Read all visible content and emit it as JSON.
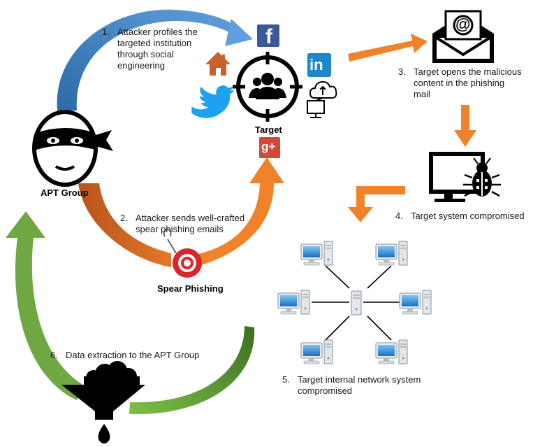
{
  "steps": {
    "s1_num": "1.",
    "s1_l1": "Attacker profiles the",
    "s1_l2": "targeted institution",
    "s1_l3": "through social",
    "s1_l4": "engineering",
    "s2_num": "2.",
    "s2_l1": "Attacker sends well-crafted",
    "s2_l2": "spear phishing emails",
    "s3_num": "3.",
    "s3_l1": "Target opens the malicious",
    "s3_l2": "content in the phishing",
    "s3_l3": "mail",
    "s4_num": "4.",
    "s4_l1": "Target system compromised",
    "s5_num": "5.",
    "s5_l1": "Target internal network system",
    "s5_l2": "compromised",
    "s6_num": "6.",
    "s6_l1": "Data extraction to the APT Group"
  },
  "labels": {
    "apt_group": "APT Group",
    "target": "Target",
    "spear_phishing": "Spear Phishing"
  },
  "icons": {
    "facebook": "f",
    "linkedin": "in",
    "googleplus": "g+",
    "email_at": "@"
  },
  "colors": {
    "blue_arrow": "#3f7fc0",
    "orange": "#f0832a",
    "dark_orange": "#c8581c",
    "green": "#6fa842",
    "dark_green": "#3f7a28",
    "facebook": "#3b5998",
    "linkedin": "#1d87c9",
    "twitter": "#1da1f2",
    "googleplus": "#d34836",
    "house": "#c9622a",
    "phish_red": "#d9262c"
  }
}
